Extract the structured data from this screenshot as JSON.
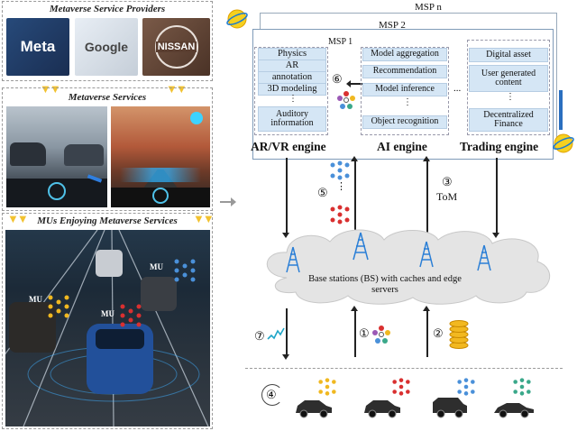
{
  "left": {
    "providers_title": "Metaverse Service Providers",
    "services_title": "Metaverse Services",
    "mus_title": "MUs Enjoying Metaverse Services",
    "logos": [
      "Meta",
      "Google",
      "NISSAN"
    ],
    "mu_labels": [
      "MU",
      "MU",
      "MU"
    ]
  },
  "right": {
    "msp_n": "MSP n",
    "msp_2": "MSP 2",
    "msp_1": "MSP 1",
    "arvr_items": [
      "Physics",
      "AR",
      "annotation",
      "3D modeling"
    ],
    "arvr_bottom": "Auditory information",
    "ai_items": [
      "Model aggregation",
      "Recommendation",
      "Model inference",
      "Object recognition"
    ],
    "trading_items": [
      "Digital asset",
      "User generated content",
      "Decentralized Finance"
    ],
    "arvr_engine": "AR/VR engine",
    "ai_engine": "AI engine",
    "trading_engine": "Trading engine",
    "tom": "ToM",
    "bs_caption": "Base stations (BS) with caches and edge servers",
    "steps": [
      "①",
      "②",
      "③",
      "④",
      "⑤",
      "⑥",
      "⑦"
    ],
    "vdots": "⋮",
    "hdots": "..."
  },
  "colors": {
    "box_fill": "#d5e6f5",
    "chevron": "#f2c230",
    "tower": "#2b7fd6",
    "node_blue": "#4a90d9",
    "node_red": "#d93030",
    "node_yellow": "#f0b820",
    "node_green": "#3aa88a"
  }
}
